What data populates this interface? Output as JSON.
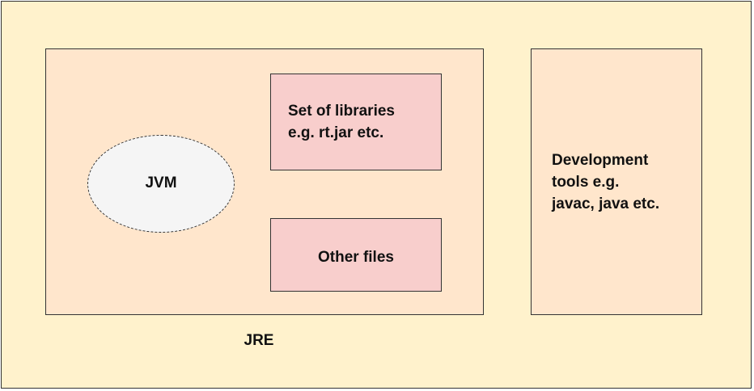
{
  "diagram": {
    "jre_label": "JRE",
    "jvm_label": "JVM",
    "libraries": {
      "line1": "Set of libraries",
      "line2": "e.g. rt.jar etc."
    },
    "other_files_label": "Other files",
    "dev_tools": {
      "line1": "Development",
      "line2": "tools e.g.",
      "line3": "javac, java etc."
    }
  },
  "colors": {
    "background": "#fff2cc",
    "container": "#ffe6cc",
    "component": "#f8cecc",
    "jvm": "#f5f5f5",
    "border": "#333333"
  }
}
